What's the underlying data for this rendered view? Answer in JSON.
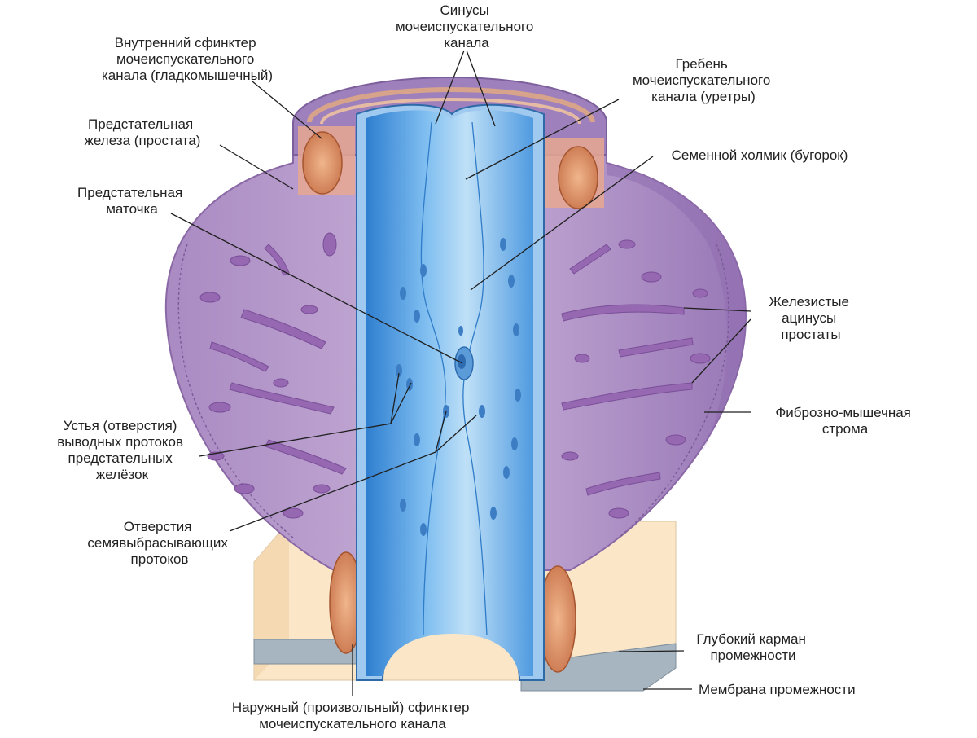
{
  "labels": {
    "sinuses": [
      "Синусы",
      "мочеиспускательного",
      "канала"
    ],
    "internal_sphincter": [
      "Внутренний сфинктер",
      "мочеиспускательного",
      "канала (гладкомышечный)"
    ],
    "urethral_crest": [
      "Гребень",
      "мочеиспускательного",
      "канала (уретры)"
    ],
    "prostate": [
      "Предстательная",
      "железа (простата)"
    ],
    "seminal_colliculus": [
      "Семенной холмик (бугорок)"
    ],
    "prostatic_utricle": [
      "Предстательная",
      "маточка"
    ],
    "glandular_acini": [
      "Железистые",
      "ацинусы",
      "простаты"
    ],
    "fibromuscular_stroma": [
      "Фиброзно-мышечная",
      "строма"
    ],
    "duct_openings": [
      "Устья (отверстия)",
      "выводных протоков",
      "предстательных",
      "желёзок"
    ],
    "ejaculatory_openings": [
      "Отверстия",
      "семявыбрасывающих",
      "протоков"
    ],
    "deep_perineal_pouch": [
      "Глубокий карман",
      "промежности"
    ],
    "perineal_membrane": [
      "Мембрана промежности"
    ],
    "external_sphincter": [
      "Наружный (произвольный) сфинктер",
      "мочеиспускательного канала"
    ]
  },
  "colors": {
    "stroma": "#b596c9",
    "stroma_dark": "#8c6aa8",
    "acini": "#9167ad",
    "urethra": "#5aa6e6",
    "urethra_light": "#a8d3f3",
    "sphincter": "#e0966c",
    "pouch": "#fbe5c4",
    "membrane": "#9aa9b6"
  }
}
